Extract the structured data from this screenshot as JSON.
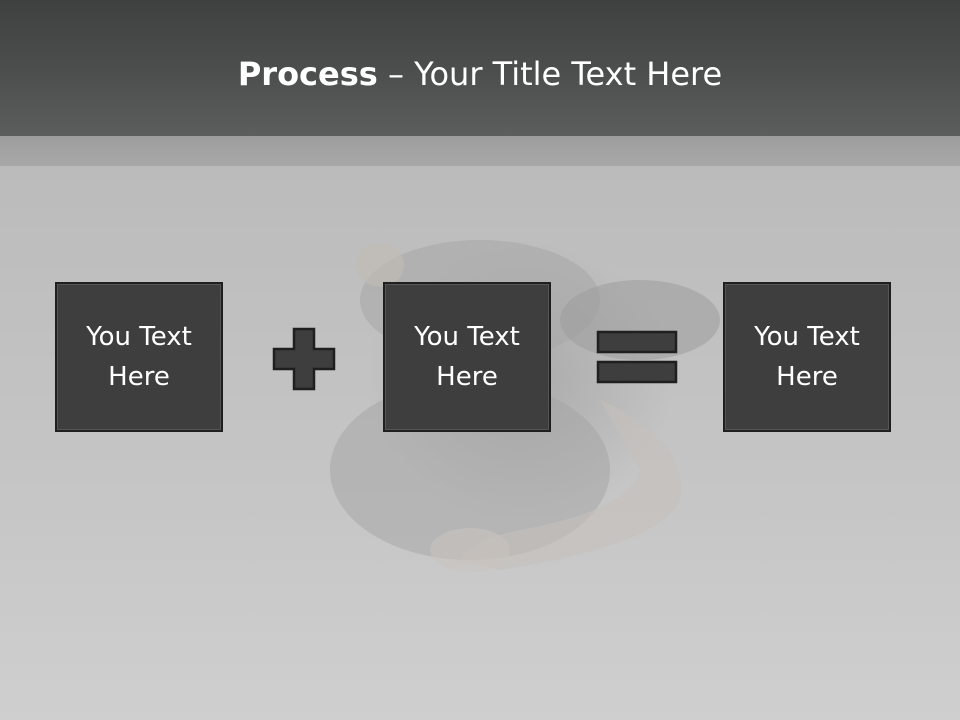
{
  "slide": {
    "title_bold": "Process",
    "title_rest": " – Your Title Text Here"
  },
  "process": {
    "steps": [
      {
        "label": "You Text Here"
      },
      {
        "label": "You Text Here"
      },
      {
        "label": "You Text Here"
      }
    ],
    "operators": [
      "plus-icon",
      "equals-icon"
    ]
  },
  "colors": {
    "header": "#4d4f4e",
    "sub_bar": "#a3a3a3",
    "background": "#c6c6c6",
    "box_fill": "#3e3e3e",
    "box_border": "#1f1f1f",
    "text": "#ffffff"
  }
}
